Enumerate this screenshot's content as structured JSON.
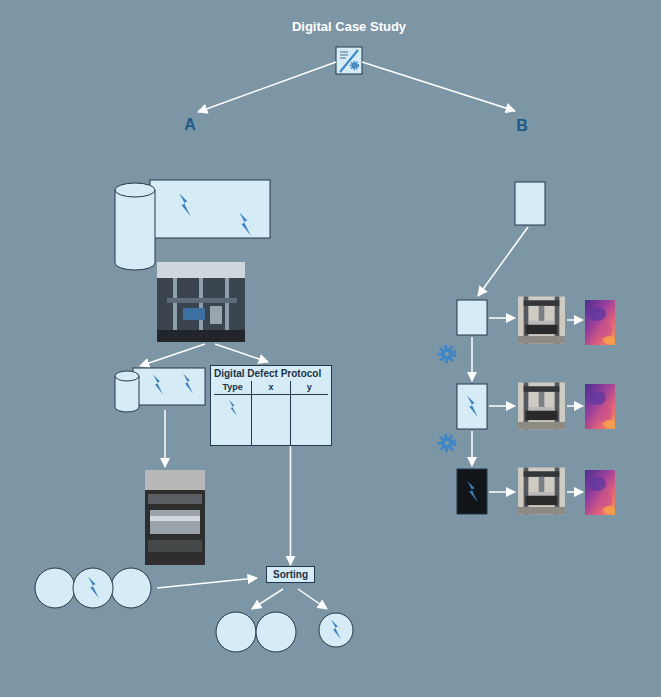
{
  "diagram": {
    "title": "Digital Case Study",
    "nodes": [
      {
        "text": [
          "Digital Defect Protocol",
          "Type",
          "x",
          "y"
        ]
      },
      {
        "text": [
          "Sorting"
        ]
      }
    ],
    "edges": [
      {
        "from": 0,
        "to": 1,
        "arrow": "to"
      }
    ],
    "labels": [
      "A",
      "B"
    ]
  }
}
